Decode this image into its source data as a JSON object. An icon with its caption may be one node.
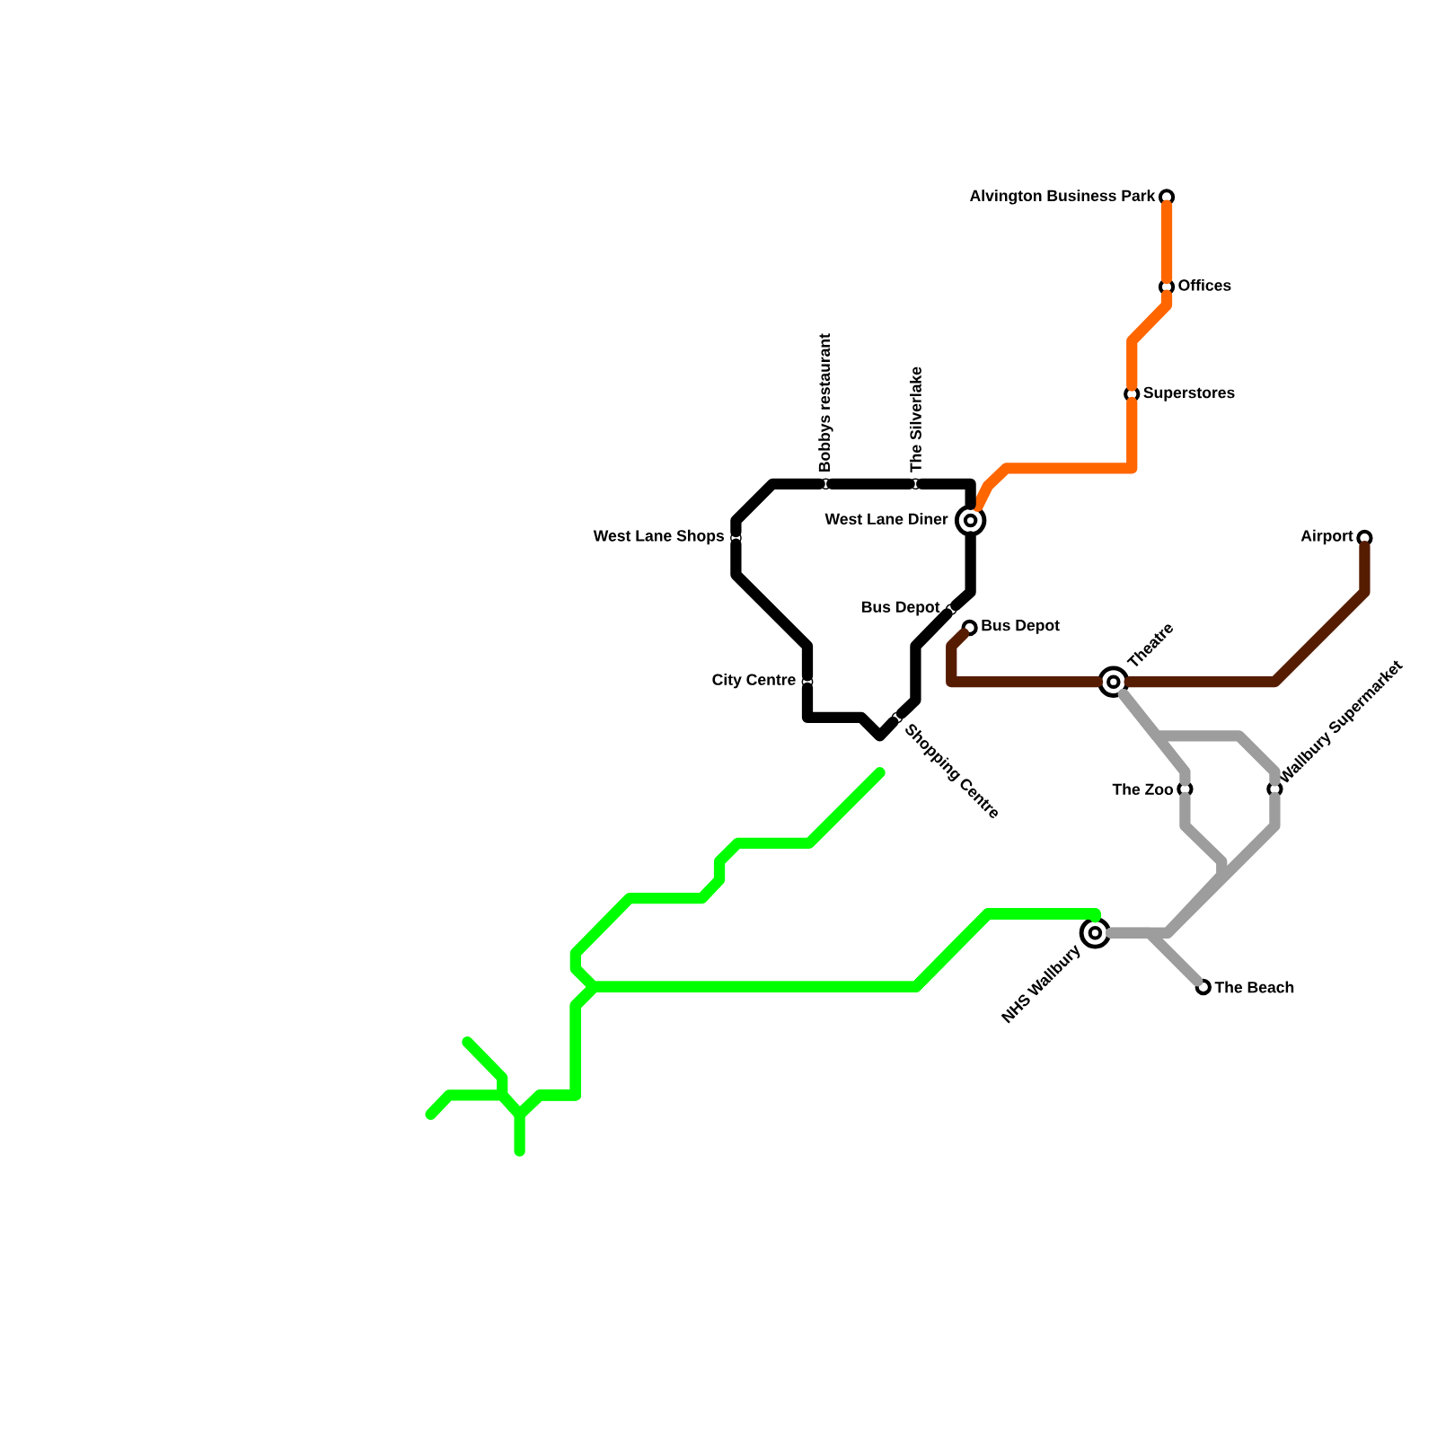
{
  "diagram": {
    "nodes": [
      {
        "text": [],
        "shape": "circle",
        "beside": [
          "Alvington Business Park"
        ]
      },
      {
        "text": [],
        "shape": "circle",
        "beside": [
          "Offices"
        ]
      },
      {
        "text": [],
        "shape": "circle",
        "beside": [
          "Superstores"
        ]
      },
      {
        "text": [],
        "shape": "circle",
        "beside": [
          "West Lane Diner"
        ]
      },
      {
        "text": [],
        "shape": "circle",
        "beside": [
          "Bobbys restaurant"
        ]
      },
      {
        "text": [],
        "shape": "circle",
        "beside": [
          "The Silverlake"
        ]
      },
      {
        "text": [],
        "shape": "circle",
        "beside": [
          "West Lane Shops"
        ]
      },
      {
        "text": [],
        "shape": "circle",
        "beside": [
          "City Centre"
        ]
      },
      {
        "text": [],
        "shape": "circle",
        "beside": [
          "Shopping Centre"
        ]
      },
      {
        "text": [],
        "shape": "circle",
        "beside": [
          "Bus Depot"
        ]
      },
      {
        "text": [],
        "shape": "circle",
        "beside": [
          "Bus Depot"
        ]
      },
      {
        "text": [],
        "shape": "circle",
        "beside": [
          "Theatre"
        ]
      },
      {
        "text": [],
        "shape": "circle",
        "beside": [
          "Airport"
        ]
      },
      {
        "text": [],
        "shape": "circle",
        "beside": [
          "The Zoo"
        ]
      },
      {
        "text": [],
        "shape": "circle",
        "beside": [
          "Wallbury Supermarket"
        ]
      },
      {
        "text": [],
        "shape": "circle",
        "beside": [
          "NHS Wallbury"
        ]
      },
      {
        "text": [],
        "shape": "circle",
        "beside": [
          "The Beach"
        ]
      }
    ],
    "edges": [
      {
        "from": 0,
        "to": 1,
        "arrow": "none",
        "color": "#ff6600"
      },
      {
        "from": 1,
        "to": 2,
        "arrow": "none",
        "color": "#ff6600"
      },
      {
        "from": 2,
        "to": 3,
        "arrow": "none",
        "color": "#ff6600"
      },
      {
        "from": 3,
        "to": 5,
        "arrow": "none"
      },
      {
        "from": 5,
        "to": 4,
        "arrow": "none"
      },
      {
        "from": 4,
        "to": 6,
        "arrow": "none"
      },
      {
        "from": 6,
        "to": 7,
        "arrow": "none"
      },
      {
        "from": 7,
        "to": 8,
        "arrow": "none"
      },
      {
        "from": 8,
        "to": 9,
        "arrow": "none"
      },
      {
        "from": 9,
        "to": 3,
        "arrow": "none"
      },
      {
        "from": 10,
        "to": 11,
        "arrow": "none",
        "color": "#561c00"
      },
      {
        "from": 11,
        "to": 12,
        "arrow": "none",
        "color": "#561c00"
      },
      {
        "from": 11,
        "to": 13,
        "arrow": "none",
        "color": "#9d9d9d"
      },
      {
        "from": 11,
        "to": 14,
        "arrow": "none",
        "color": "#9d9d9d"
      },
      {
        "from": 13,
        "to": 15,
        "arrow": "none",
        "color": "#9d9d9d"
      },
      {
        "from": 14,
        "to": 15,
        "arrow": "none",
        "color": "#9d9d9d"
      },
      {
        "from": 15,
        "to": 16,
        "arrow": "none",
        "color": "#9d9d9d"
      },
      {
        "from": 15,
        "to": null,
        "arrow": "none",
        "color": "#00ff00"
      },
      {
        "from": 15,
        "to": null,
        "arrow": "none",
        "color": "#00ff00"
      },
      {
        "from": 15,
        "to": null,
        "arrow": "none",
        "color": "#00ff00"
      },
      {
        "from": 15,
        "to": null,
        "arrow": "none",
        "color": "#00ff00"
      }
    ]
  }
}
